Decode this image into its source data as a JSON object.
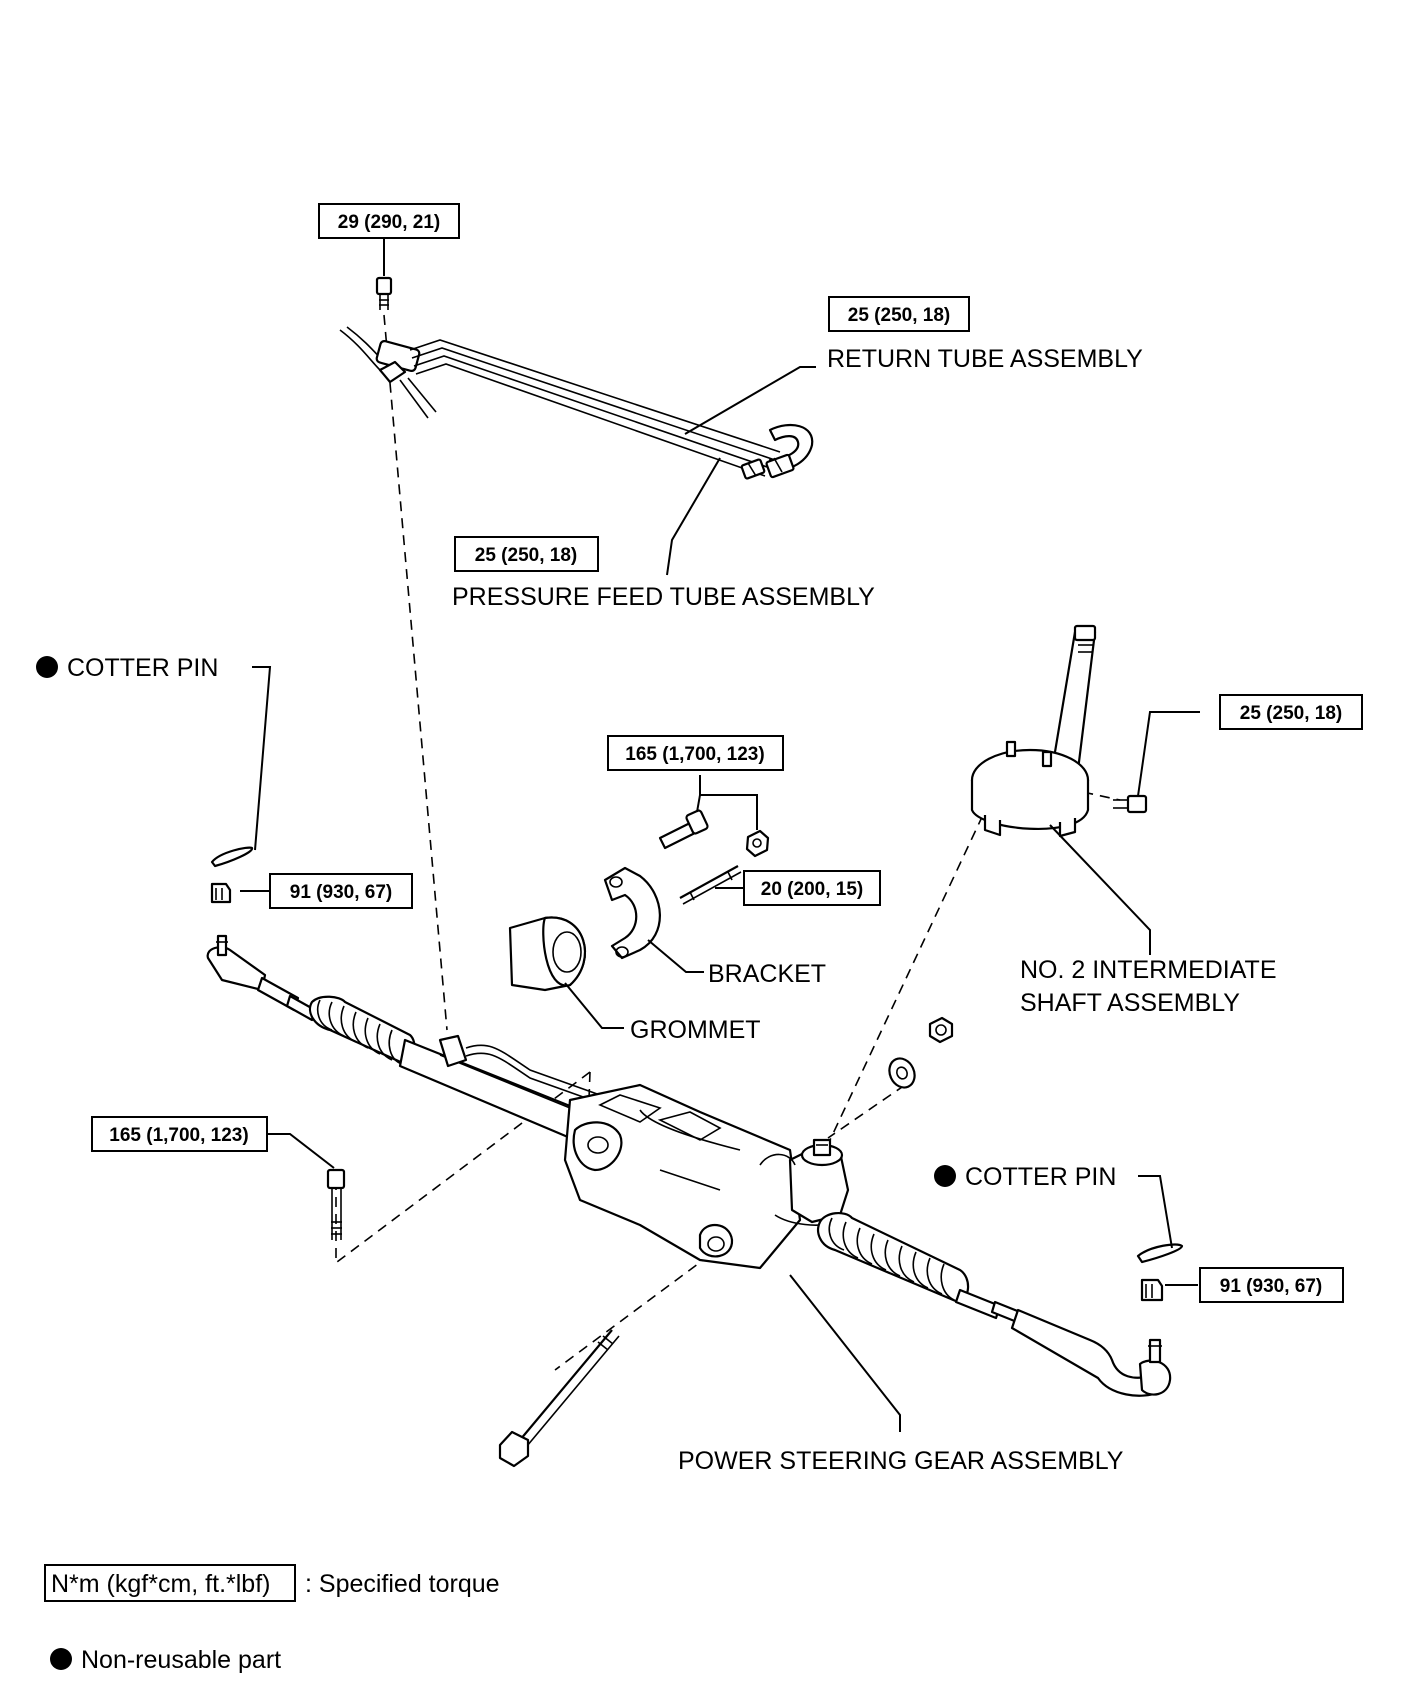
{
  "torque_specs": {
    "upper_bolt": "29 (290, 21)",
    "return_tube": "25 (250, 18)",
    "pressure_tube": "25 (250, 18)",
    "bracket_bolt": "165 (1,700, 123)",
    "bracket_stud": "20 (200, 15)",
    "shaft_bolt": "25 (250, 18)",
    "left_nut": "91 (930, 67)",
    "gear_bolt": "165 (1,700, 123)",
    "right_nut": "91 (930, 67)"
  },
  "labels": {
    "return_tube": "RETURN TUBE ASSEMBLY",
    "pressure_tube": "PRESSURE FEED TUBE ASSEMBLY",
    "cotter_pin_left": "COTTER PIN",
    "cotter_pin_right": "COTTER PIN",
    "bracket": "BRACKET",
    "grommet": "GROMMET",
    "shaft_line1": "NO. 2 INTERMEDIATE",
    "shaft_line2": "SHAFT ASSEMBLY",
    "gear": "POWER STEERING GEAR ASSEMBLY"
  },
  "legend": {
    "torque_units": "N*m (kgf*cm, ft.*lbf)",
    "torque_desc": ": Specified torque",
    "nonreusable": "Non-reusable part"
  }
}
